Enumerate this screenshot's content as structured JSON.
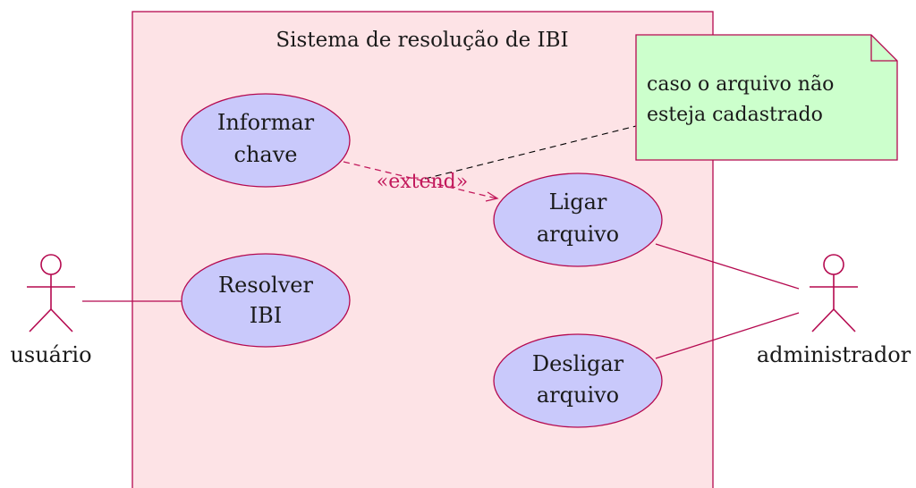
{
  "system": {
    "title": "Sistema de resolução de IBI"
  },
  "use_cases": {
    "informar_chave": {
      "line1": "Informar",
      "line2": "chave"
    },
    "resolver_ibi": {
      "line1": "Resolver",
      "line2": "IBI"
    },
    "ligar_arquivo": {
      "line1": "Ligar",
      "line2": "arquivo"
    },
    "desligar_arquivo": {
      "line1": "Desligar",
      "line2": "arquivo"
    }
  },
  "actors": {
    "usuario": "usuário",
    "administrador": "administrador"
  },
  "relations": {
    "extend_label": "«extend»"
  },
  "note": {
    "line1": "caso o arquivo não",
    "line2": "esteja cadastrado"
  },
  "colors": {
    "system_fill": "#fde3e6",
    "border": "#b5094f",
    "usecase_fill": "#c9c9fb",
    "note_fill": "#ccffcc",
    "extend": "#c2185b"
  }
}
